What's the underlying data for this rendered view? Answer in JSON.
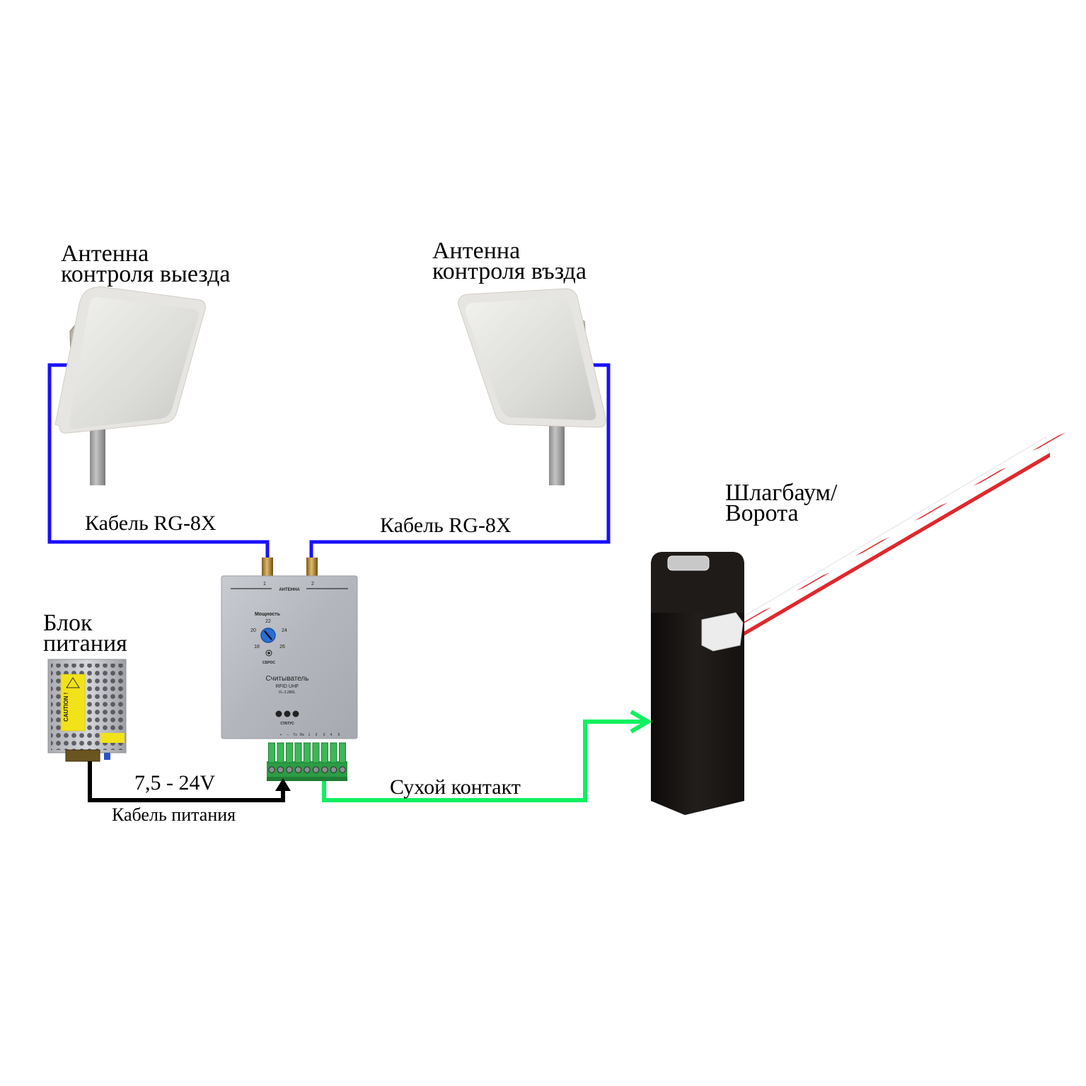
{
  "diagram": {
    "title_hidden": "",
    "antenna_exit": {
      "line1": "Антенна",
      "line2": "контроля выезда"
    },
    "antenna_entry": {
      "line1": "Антенна",
      "line2": "контроля възда"
    },
    "cable_left": "Кабель RG-8X",
    "cable_right": "Кабель RG-8X",
    "power_supply": {
      "line1": "Блок",
      "line2": "питания",
      "caution_label": "CAUTION !"
    },
    "voltage": "7,5 - 24V",
    "power_cable": "Кабель питания",
    "dry_contact": "Сухой контакт",
    "barrier": {
      "line1": "Шлагбаум/",
      "line2": "Ворота"
    },
    "reader": {
      "port_1": "1",
      "port_2": "2",
      "antenna_label": "АНТЕННА",
      "power_label": "Мощность",
      "dial_values": [
        "22",
        "24",
        "26",
        "18",
        "20"
      ],
      "reset_label": "СБРОС",
      "name": "Считыватель",
      "type": "RFID UHF",
      "model": "FL-2.28RL",
      "status_label": "СТАТУС",
      "terminal_labels": [
        "+",
        "−",
        "Tx",
        "Rx",
        "1",
        "2",
        "3",
        "4",
        "5"
      ]
    },
    "colors": {
      "antenna_cable": "#1a10ff",
      "power_cable": "#000000",
      "dry_contact_cable": "#10f060",
      "barrier_body": "#1a1614",
      "boom_stripe": "#e0282c",
      "reader_body": "#b9bcc2",
      "terminal_block": "#2fa84a"
    }
  }
}
